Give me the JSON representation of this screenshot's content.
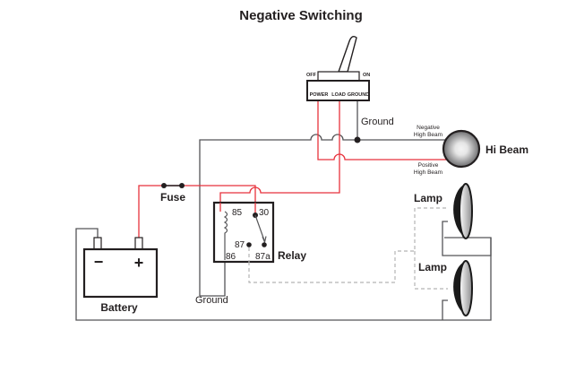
{
  "title": "Negative Switching",
  "switch": {
    "off_label": "OFF",
    "on_label": "ON",
    "terminals": [
      "POWER",
      "LOAD",
      "GROUND"
    ]
  },
  "labels": {
    "ground_switch": "Ground",
    "negative_high_beam_1": "Negative",
    "negative_high_beam_2": "High Beam",
    "positive_high_beam_1": "Positive",
    "positive_high_beam_2": "High Beam",
    "hi_beam": "Hi Beam",
    "fuse": "Fuse",
    "relay": "Relay",
    "ground_relay": "Ground",
    "battery": "Battery",
    "battery_negative": "−",
    "battery_positive": "+",
    "lamp_top": "Lamp",
    "lamp_bottom": "Lamp"
  },
  "relay_pins": {
    "p85": "85",
    "p30": "30",
    "p87": "87",
    "p86": "86",
    "p87a": "87a"
  },
  "colors": {
    "positive_wire": "#e8323c",
    "ground_wire": "#555557",
    "optional_wire": "#b4b4b4"
  }
}
